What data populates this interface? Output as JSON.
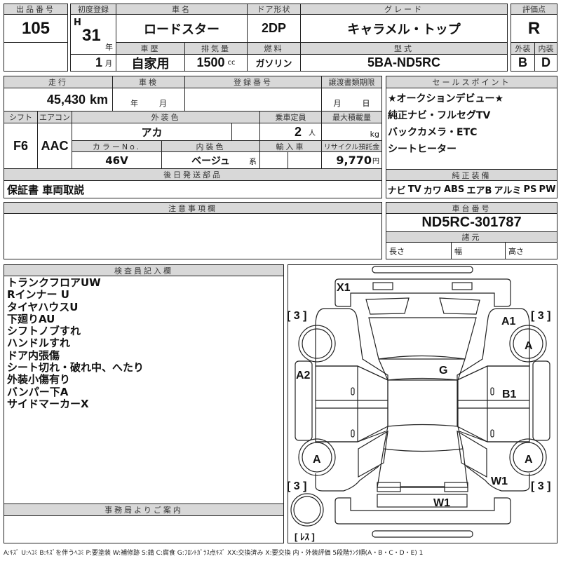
{
  "lot": {
    "label": "出品番号",
    "value": "105"
  },
  "first_reg": {
    "label": "初度登録",
    "era": "H",
    "year": "31",
    "year_unit": "年",
    "month": "1",
    "month_unit": "月"
  },
  "car_name": {
    "label": "車名",
    "value": "ロードスター"
  },
  "doors": {
    "label": "ドア形状",
    "value": "2DP"
  },
  "grade": {
    "label": "グレード",
    "value": "キャラメル・トップ"
  },
  "history": {
    "label": "車歴",
    "value": "自家用"
  },
  "displacement": {
    "label": "排気量",
    "value": "1500",
    "unit": "cc"
  },
  "fuel": {
    "label": "燃料",
    "value": "ガソリン"
  },
  "model_code": {
    "label": "型式",
    "value": "5BA-ND5RC"
  },
  "score": {
    "label": "評価点",
    "value": "R",
    "exterior_label": "外装",
    "interior_label": "内装",
    "exterior": "B",
    "interior": "D"
  },
  "mileage": {
    "label": "走行",
    "value": "45,430",
    "unit": "km"
  },
  "inspection": {
    "label": "車検",
    "year_unit": "年",
    "month_unit": "月"
  },
  "reg_number": {
    "label": "登録番号"
  },
  "transfer_deadline": {
    "label": "譲渡書類期限",
    "month_unit": "月",
    "day_unit": "日"
  },
  "shift": {
    "label": "シフト",
    "value": "F6"
  },
  "aircon": {
    "label": "エアコン",
    "value": "AAC"
  },
  "ext_color": {
    "label": "外装色",
    "value": "アカ"
  },
  "capacity": {
    "label": "乗車定員",
    "value": "2",
    "unit": "人"
  },
  "max_load": {
    "label": "最大積載量",
    "unit": "kg"
  },
  "color_no": {
    "label": "カラーNo.",
    "value": "46V"
  },
  "int_color": {
    "label": "内装色",
    "value": "ベージュ",
    "suffix": "系"
  },
  "import": {
    "label": "輸入車"
  },
  "recycle": {
    "label": "リサイクル預託金",
    "value": "9,770",
    "unit": "円"
  },
  "later_parts": {
    "label": "後日発送部品",
    "value": "保証書 車両取説"
  },
  "sales_points": {
    "label": "セールスポイント",
    "items": [
      "★オークションデビュー★",
      "純正ナビ・フルセグTV",
      "バックカメラ・ETC",
      "シートヒーター"
    ]
  },
  "equipment": {
    "label": "純正装備",
    "items": [
      "ナビ",
      "TV",
      "カワ",
      "ABS",
      "エアB",
      "アルミ",
      "PS",
      "PW"
    ]
  },
  "notes": {
    "label": "注意事項欄"
  },
  "chassis": {
    "label": "車台番号",
    "value": "ND5RC-301787"
  },
  "specs": {
    "label": "諸元",
    "length": "長さ",
    "width": "幅",
    "height": "高さ"
  },
  "inspector": {
    "label": "検査員記入欄",
    "items": [
      "トランクフロアUW",
      "Rインナー U",
      "タイヤハウスU",
      "下廻りAU",
      "シフトノブすれ",
      "ハンドルすれ",
      "ドア内張傷",
      "シート切れ・破れ中、へたり",
      "外装小傷有り",
      "バンパー下A",
      "サイドマーカーX"
    ]
  },
  "office": {
    "label": "事務局よりご案内"
  },
  "diagram": {
    "x1": "X1",
    "tread_fl": "[ 3 ]",
    "tread_fr": "[ 3 ]",
    "tread_rl": "[ 3 ]",
    "tread_rr": "[ 3 ]",
    "a1": "A1",
    "wheel_fr": "A",
    "a2": "A2",
    "g": "G",
    "b1": "B1",
    "wheel_rl": "A",
    "wheel_rr": "A",
    "w1_side": "W1",
    "w1_rear": "W1",
    "spare": "[ ﾚｽ ]"
  },
  "legend": "A:ｷｽﾞ U:ﾍｺﾐ B:ｷｽﾞを伴うﾍｺﾐ P:要塗装 W:補修跡 S:錆 C:腐食 G:ﾌﾛﾝﾄｶﾞﾗｽ点ｷｽﾞ XX:交換済み X:要交換  内・外装評価 5段階ﾗﾝｸ順(A・B・C・D・E) 1"
}
